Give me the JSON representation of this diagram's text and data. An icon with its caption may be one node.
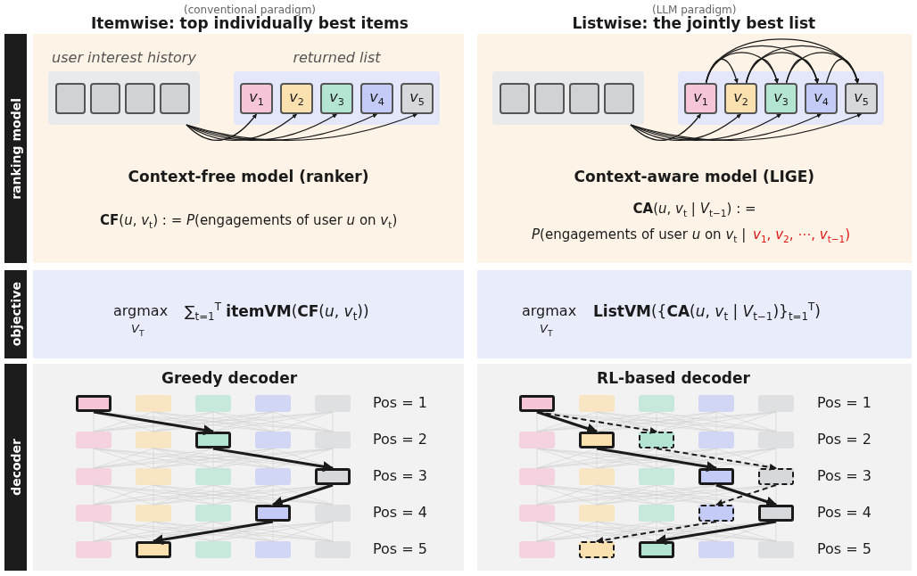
{
  "diagram": {
    "nodes": [
      {
        "text": [
          "ranking model"
        ]
      },
      {
        "text": [
          "objective"
        ]
      },
      {
        "text": [
          "decoder"
        ]
      },
      {
        "text": [
          "Context-free model (ranker)",
          "**CF**(*u*, *v*$_{t}$) : = *P*(engagements of user *u* on *v*$_{t}$)"
        ]
      },
      {
        "text": [
          "user interest history"
        ],
        "in": 3
      },
      {
        "text": [],
        "shape": "box",
        "in": 4
      },
      {
        "text": [],
        "shape": "box",
        "in": 4
      },
      {
        "text": [],
        "shape": "box",
        "in": 4
      },
      {
        "text": [],
        "shape": "box",
        "in": 4
      },
      {
        "text": [
          "returned list"
        ],
        "in": 3
      },
      {
        "text": [
          "*v*$_{1}$"
        ],
        "in": 9
      },
      {
        "text": [
          "*v*$_{2}$"
        ],
        "in": 9
      },
      {
        "text": [
          "*v*$_{3}$"
        ],
        "in": 9
      },
      {
        "text": [
          "*v*$_{4}$"
        ],
        "in": 9
      },
      {
        "text": [
          "*v*$_{5}$"
        ],
        "in": 9
      },
      {
        "text": [
          "Context-aware model (LIGE)",
          "**CA**(*u*, *v*$_{t}$ | *V*$_{t−1}$) : =",
          "*P*(engagements of user *u* on *v*$_{t}$ |",
          "*v*$_{1}$, *v*$_{2}$, ⋯, *v*$_{t−1}$)"
        ]
      },
      {
        "text": [],
        "shape": "box",
        "in": 15
      },
      {
        "text": [],
        "shape": "box",
        "in": 16
      },
      {
        "text": [],
        "shape": "box",
        "in": 16
      },
      {
        "text": [],
        "shape": "box",
        "in": 16
      },
      {
        "text": [],
        "shape": "box",
        "in": 16
      },
      {
        "text": [],
        "shape": "box",
        "in": 15
      },
      {
        "text": [
          "*v*$_{1}$"
        ],
        "in": 21
      },
      {
        "text": [
          "*v*$_{2}$"
        ],
        "in": 21
      },
      {
        "text": [
          "*v*$_{3}$"
        ],
        "in": 21
      },
      {
        "text": [
          "*v*$_{4}$"
        ],
        "in": 21
      },
      {
        "text": [
          "*v*$_{5}$"
        ],
        "in": 21
      },
      {
        "text": [
          "argmax",
          "*V*$_{T}$",
          "∑$_{t=1}$$^{T}$ **itemVM**(**CF**(*u*, *v*$_{t}$))"
        ]
      },
      {
        "text": [
          "argmax",
          "*V*$_{T}$",
          "**ListVM**({**CA**(*u*, *v*$_{t}$ | *V*$_{t−1}$)}$_{t=1}$$^{T}$)"
        ]
      },
      {
        "text": [
          "Greedy decoder"
        ]
      },
      {
        "text": [],
        "shape": "box",
        "in": 29
      },
      {
        "text": [],
        "shape": "box",
        "in": 29
      },
      {
        "text": [],
        "shape": "box",
        "in": 29
      },
      {
        "text": [],
        "shape": "box",
        "in": 29
      },
      {
        "text": [],
        "shape": "box",
        "in": 29
      },
      {
        "text": [],
        "shape": "box",
        "in": 29
      },
      {
        "text": [],
        "shape": "box",
        "in": 29
      },
      {
        "text": [],
        "shape": "box",
        "in": 29
      },
      {
        "text": [],
        "shape": "box",
        "in": 29
      },
      {
        "text": [],
        "shape": "box",
        "in": 29
      },
      {
        "text": [],
        "shape": "box",
        "in": 29
      },
      {
        "text": [],
        "shape": "box",
        "in": 29
      },
      {
        "text": [],
        "shape": "box",
        "in": 29
      },
      {
        "text": [],
        "shape": "box",
        "in": 29
      },
      {
        "text": [],
        "shape": "box",
        "in": 29
      },
      {
        "text": [],
        "shape": "box",
        "in": 29
      },
      {
        "text": [],
        "shape": "box",
        "in": 29
      },
      {
        "text": [],
        "shape": "box",
        "in": 29
      },
      {
        "text": [],
        "shape": "box",
        "in": 29
      },
      {
        "text": [],
        "shape": "box",
        "in": 29
      },
      {
        "text": [],
        "shape": "box",
        "in": 29
      },
      {
        "text": [],
        "shape": "box",
        "in": 29
      },
      {
        "text": [],
        "shape": "box",
        "in": 29
      },
      {
        "text": [],
        "shape": "box",
        "in": 29
      },
      {
        "text": [],
        "shape": "box",
        "in": 29
      },
      {
        "text": [
          "RL-based decoder"
        ]
      },
      {
        "text": [],
        "shape": "box",
        "in": 55
      },
      {
        "text": [],
        "shape": "box",
        "in": 55
      },
      {
        "text": [],
        "shape": "box",
        "in": 55
      },
      {
        "text": [],
        "shape": "box",
        "in": 55
      },
      {
        "text": [],
        "shape": "box",
        "in": 55
      },
      {
        "text": [],
        "shape": "box",
        "in": 55
      },
      {
        "text": [],
        "shape": "box",
        "in": 55
      },
      {
        "text": [],
        "shape": "box",
        "in": 55
      },
      {
        "text": [],
        "shape": "box",
        "in": 55
      },
      {
        "text": [],
        "shape": "box",
        "in": 55
      },
      {
        "text": [],
        "shape": "box",
        "in": 55
      },
      {
        "text": [],
        "shape": "box",
        "in": 55
      },
      {
        "text": [],
        "shape": "box",
        "in": 55
      },
      {
        "text": [],
        "shape": "box",
        "in": 55
      },
      {
        "text": [],
        "shape": "box",
        "in": 55
      },
      {
        "text": [],
        "shape": "box",
        "in": 55
      },
      {
        "text": [],
        "shape": "box",
        "in": 55
      },
      {
        "text": [],
        "shape": "box",
        "in": 55
      },
      {
        "text": [],
        "shape": "box",
        "in": 55
      },
      {
        "text": [],
        "shape": "box",
        "in": 55
      },
      {
        "text": [],
        "shape": "box",
        "in": 55
      },
      {
        "text": [],
        "shape": "box",
        "in": 55
      },
      {
        "text": [],
        "shape": "box",
        "in": 55
      },
      {
        "text": [],
        "shape": "box",
        "in": 55
      },
      {
        "text": [],
        "shape": "box",
        "in": 55
      }
    ],
    "edges": [
      {
        "from": 4,
        "to": 10,
        "arrow": "to"
      },
      {
        "from": 4,
        "to": 11,
        "arrow": "to"
      },
      {
        "from": 4,
        "to": 12,
        "arrow": "to"
      },
      {
        "from": 4,
        "to": 13,
        "arrow": "to"
      },
      {
        "from": 4,
        "to": 14,
        "arrow": "to"
      },
      {
        "from": 16,
        "to": 22,
        "arrow": "to"
      },
      {
        "from": 16,
        "to": 23,
        "arrow": "to"
      },
      {
        "from": 16,
        "to": 24,
        "arrow": "to"
      },
      {
        "from": 16,
        "to": 25,
        "arrow": "to"
      },
      {
        "from": 16,
        "to": 26,
        "arrow": "to"
      },
      {
        "from": 22,
        "to": 23,
        "arrow": "to"
      },
      {
        "from": 22,
        "to": 24,
        "arrow": "to"
      },
      {
        "from": 22,
        "to": 25,
        "arrow": "to"
      },
      {
        "from": 22,
        "to": 26,
        "arrow": "to"
      },
      {
        "from": 23,
        "to": 24,
        "arrow": "to"
      },
      {
        "from": 23,
        "to": 25,
        "arrow": "to"
      },
      {
        "from": 23,
        "to": 26,
        "arrow": "to"
      },
      {
        "from": 24,
        "to": 25,
        "arrow": "to"
      },
      {
        "from": 24,
        "to": 26,
        "arrow": "to"
      },
      {
        "from": 25,
        "to": 26,
        "arrow": "to"
      },
      {
        "from": 30,
        "to": 37,
        "arrow": "to",
        "style": "thick"
      },
      {
        "from": 37,
        "to": 44,
        "arrow": "to",
        "style": "thick"
      },
      {
        "from": 44,
        "to": 48,
        "arrow": "to",
        "style": "thick"
      },
      {
        "from": 48,
        "to": 51,
        "arrow": "to",
        "style": "thick"
      },
      {
        "from": 56,
        "to": 62,
        "arrow": "to",
        "style": "thick"
      },
      {
        "from": 56,
        "to": 63,
        "arrow": "to",
        "style": "dashed"
      },
      {
        "from": 62,
        "to": 69,
        "arrow": "to",
        "style": "thick"
      },
      {
        "from": 63,
        "to": 70,
        "arrow": "to",
        "style": "dashed"
      },
      {
        "from": 69,
        "to": 75,
        "arrow": "to",
        "style": "thick"
      },
      {
        "from": 70,
        "to": 74,
        "arrow": "to",
        "style": "dashed"
      },
      {
        "from": 75,
        "to": 78,
        "arrow": "to",
        "style": "thick"
      },
      {
        "from": 74,
        "to": 77,
        "arrow": "to",
        "style": "dashed"
      }
    ],
    "labels": [
      "(conventional paradigm)",
      "Itemwise: top individually best items",
      "(LLM paradigm)",
      "Listwise: the jointly best list",
      "Pos = 1",
      "Pos = 2",
      "Pos = 3",
      "Pos = 4",
      "Pos = 5",
      "Pos = 1",
      "Pos = 2",
      "Pos = 3",
      "Pos = 4",
      "Pos = 5"
    ]
  }
}
